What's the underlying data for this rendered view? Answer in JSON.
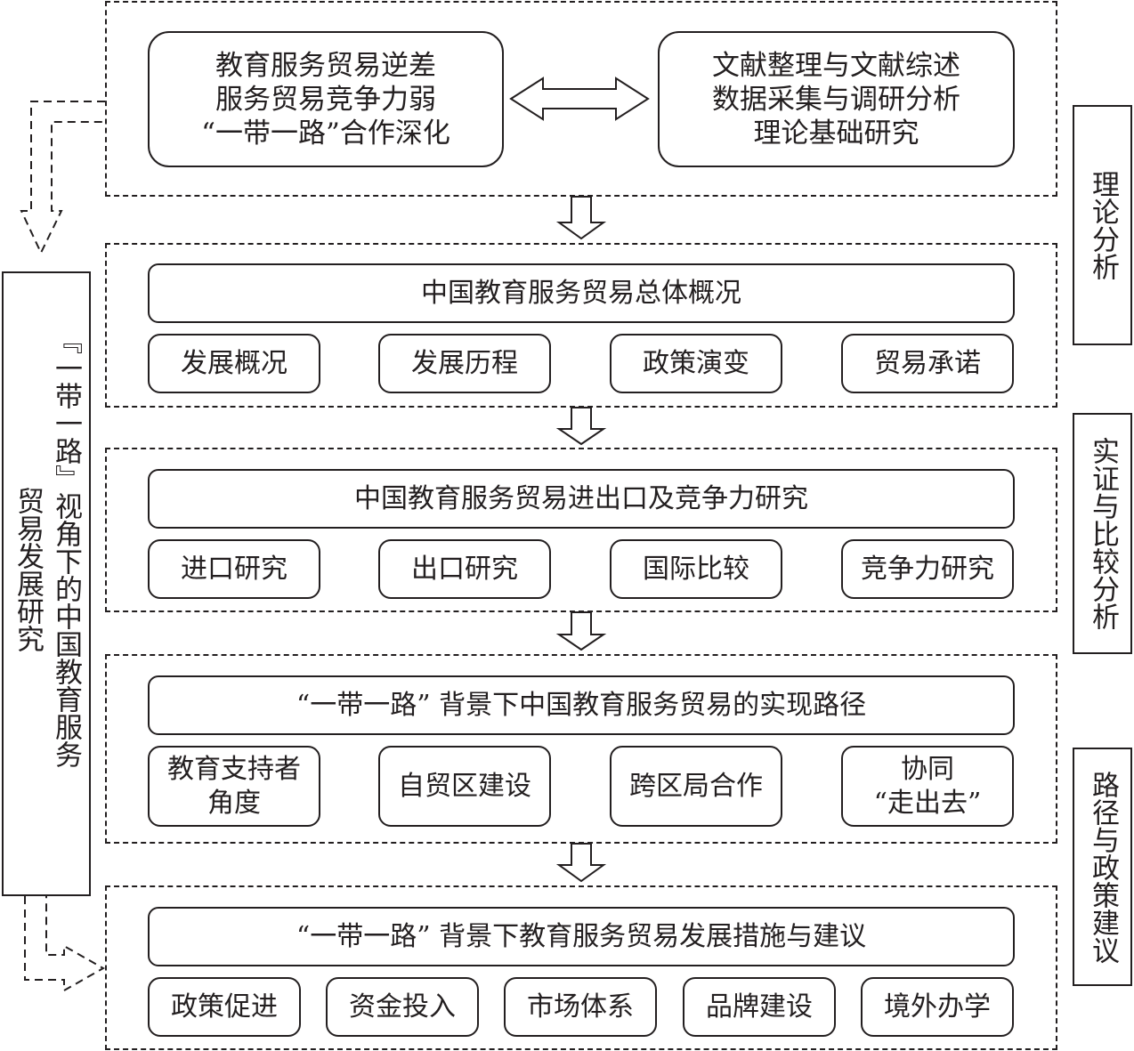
{
  "diagram": {
    "left_label": {
      "line1": "『一带一路』视角下的中国教育服务",
      "line2": "贸易发展研究"
    },
    "stage_labels": [
      {
        "text": "理论分析"
      },
      {
        "text": "实证与比较分析"
      },
      {
        "text": "路径与政策建议"
      }
    ],
    "sections": [
      {
        "name": "background-and-methods",
        "left_box": "教育服务贸易逆差\n服务贸易竞争力弱\n“一带一路”合作深化",
        "right_box": "文献整理与文献综述\n数据采集与调研分析\n理论基础研究",
        "connector": "double-arrow"
      },
      {
        "name": "overview",
        "title": "中国教育服务贸易总体概况",
        "items": [
          "发展概况",
          "发展历程",
          "政策演变",
          "贸易承诺"
        ]
      },
      {
        "name": "import-export-competitiveness",
        "title": "中国教育服务贸易进出口及竞争力研究",
        "items": [
          "进口研究",
          "出口研究",
          "国际比较",
          "竞争力研究"
        ]
      },
      {
        "name": "realization-path",
        "title": "“一带一路” 背景下中国教育服务贸易的实现路径",
        "items": [
          "教育支持者\n角度",
          "自贸区建设",
          "跨区局合作",
          "协同\n“走出去”"
        ]
      },
      {
        "name": "measures-suggestions",
        "title": "“一带一路” 背景下教育服务贸易发展措施与建议",
        "items": [
          "政策促进",
          "资金投入",
          "市场体系",
          "品牌建设",
          "境外办学"
        ]
      }
    ],
    "colors": {
      "line": "#231f20",
      "background": "#ffffff"
    }
  }
}
